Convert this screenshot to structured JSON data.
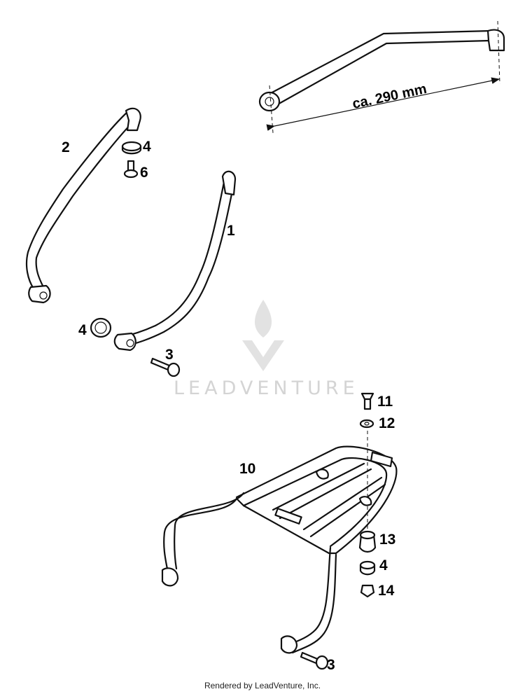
{
  "dimension": {
    "label": "ca. 290 mm"
  },
  "callouts": {
    "c1": "1",
    "c2": "2",
    "c3a": "3",
    "c3b": "3",
    "c4a": "4",
    "c4b": "4",
    "c4c": "4",
    "c6": "6",
    "c10": "10",
    "c11": "11",
    "c12": "12",
    "c13": "13",
    "c14": "14"
  },
  "watermark": {
    "text": "LEADVENTURE"
  },
  "footer": {
    "text": "Rendered by LeadVenture, Inc."
  }
}
